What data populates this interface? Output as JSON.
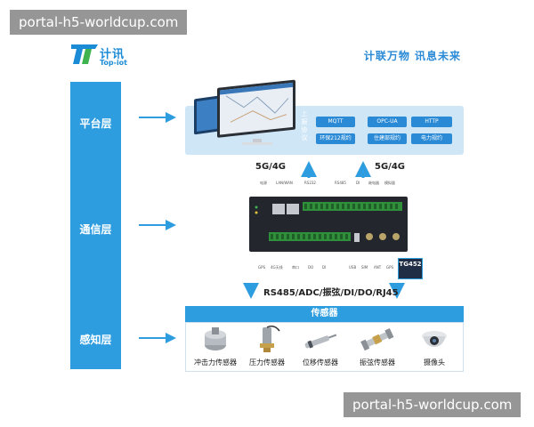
{
  "watermark": "portal-h5-worldcup.com",
  "brand": {
    "name_cn": "计讯",
    "name_en": "Top-iot",
    "slogan": "计联万物 讯息未来"
  },
  "layers": [
    {
      "label": "平台层"
    },
    {
      "label": "通信层"
    },
    {
      "label": "感知层"
    }
  ],
  "platform": {
    "vertical_text": "上报协议",
    "protocols": [
      "MQTT",
      "OPC-UA",
      "HTTP",
      "环保212规约",
      "住建部规约",
      "电力规约"
    ]
  },
  "network_labels": [
    "5G/4G",
    "5G/4G"
  ],
  "bus_label": "RS485/ADC/振弦/DI/DO/RJ45",
  "device": {
    "brand": "TG452",
    "top_pins": [
      "电源",
      "LAN/WAN",
      "RS232",
      "RS485",
      "DI",
      "继电器",
      "模拟量"
    ],
    "bottom_pins": [
      "GPS",
      "4G天线",
      "串口",
      "DO",
      "DI",
      "USB",
      "SIM",
      "ANT",
      "GPS"
    ]
  },
  "sensors": {
    "title": "传感器",
    "items": [
      {
        "label": "冲击力传感器",
        "icon": "impact-sensor-icon"
      },
      {
        "label": "压力传感器",
        "icon": "pressure-sensor-icon"
      },
      {
        "label": "位移传感器",
        "icon": "displacement-sensor-icon"
      },
      {
        "label": "振弦传感器",
        "icon": "vibrating-wire-sensor-icon"
      },
      {
        "label": "摄像头",
        "icon": "camera-icon"
      }
    ]
  },
  "colors": {
    "accent": "#2e9de0",
    "band": "#cfe6f7",
    "text": "#222222"
  }
}
